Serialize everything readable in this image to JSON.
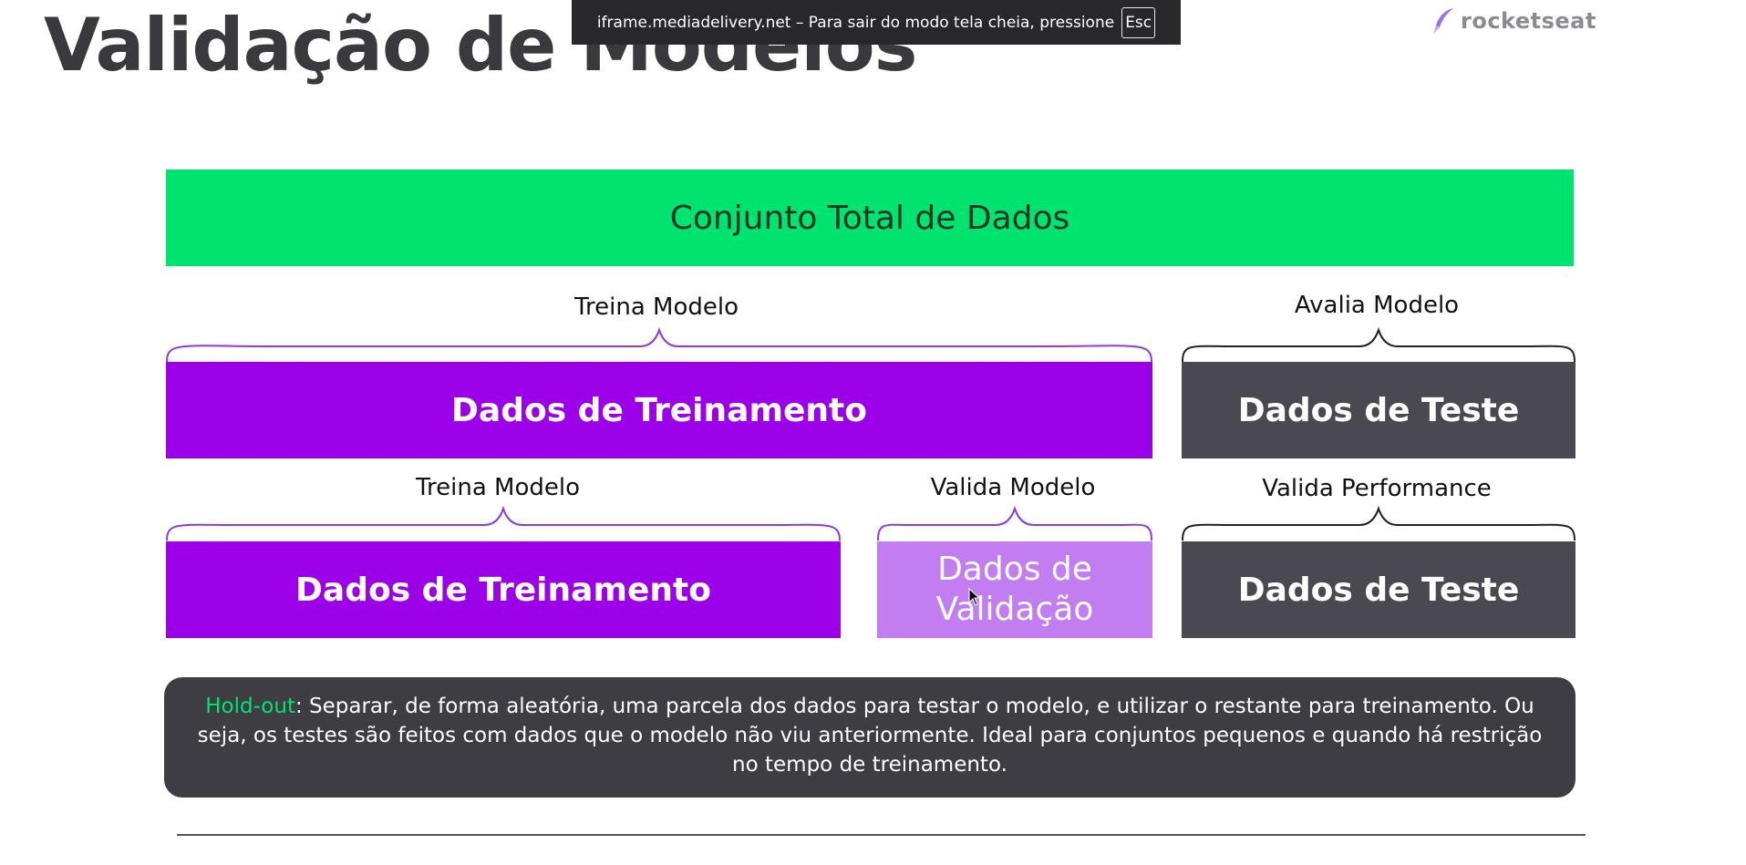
{
  "slide": {
    "title": "Validação de Modelos"
  },
  "logo": {
    "text": "rocketseat",
    "icon": "rocket-icon"
  },
  "fullscreen_notice": {
    "text": "iframe.mediadelivery.net – Para sair do modo tela cheia, pressione",
    "key": "Esc"
  },
  "diagram": {
    "total": "Conjunto Total de Dados",
    "row1": {
      "train_brace": "Treina Modelo",
      "test_brace": "Avalia Modelo",
      "train_box": "Dados de Treinamento",
      "test_box": "Dados de Teste"
    },
    "row2": {
      "train_brace": "Treina Modelo",
      "valid_brace": "Valida Modelo",
      "test_brace": "Valida Performance",
      "train_box": "Dados de Treinamento",
      "valid_box": "Dados de Validação",
      "test_box": "Dados de Teste"
    }
  },
  "info": {
    "term": "Hold-out",
    "text": ": Separar, de forma aleatória, uma parcela dos dados para testar o modelo, e utilizar o restante para treinamento. Ou seja, os testes são feitos com dados que o modelo não viu anteriormente. Ideal para conjuntos pequenos e quando há restrição no tempo de treinamento."
  },
  "colors": {
    "green": "#00e46f",
    "purple": "#9b00e8",
    "light_purple": "#c27ef0",
    "dark_gray": "#4a4850",
    "info_bg": "#3f3d44"
  }
}
